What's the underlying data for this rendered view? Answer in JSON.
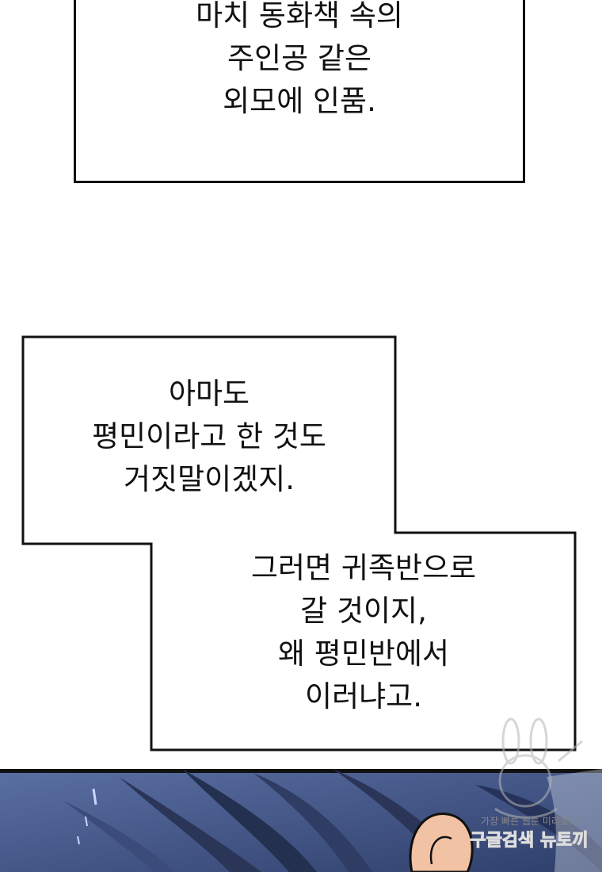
{
  "captions": {
    "top": {
      "lines": [
        "마치 동화책 속의",
        "주인공 같은",
        "외모에 인품."
      ]
    },
    "middle": {
      "lines": [
        "아마도",
        "평민이라고 한 것도",
        "거짓말이겠지."
      ]
    },
    "bottom": {
      "lines": [
        "그러면 귀족반으로",
        "갈 것이지,",
        "왜 평민반에서",
        "이러냐고."
      ]
    }
  },
  "watermark": {
    "line1": "가장 빠른 웹툰 미리보기",
    "line2": "구글검색 뉴토끼"
  },
  "colors": {
    "panel_dark": "#3d4f7e",
    "panel_light": "#6f86b8",
    "skin": "#f2c2a4",
    "ink": "#111111"
  }
}
